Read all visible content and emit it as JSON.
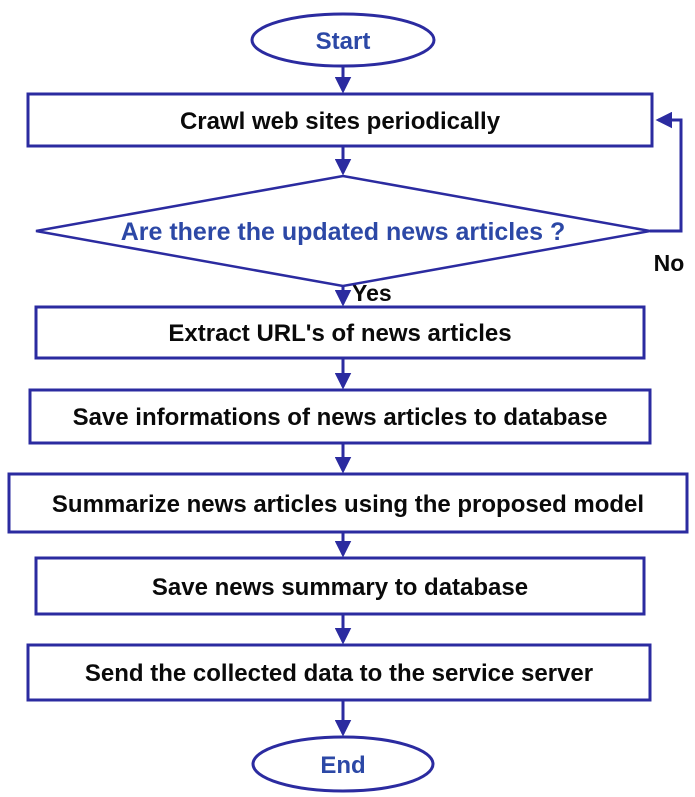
{
  "flowchart": {
    "description": "News crawling and summarization service flowchart",
    "nodes": {
      "start": {
        "type": "terminator",
        "label": "Start"
      },
      "crawl": {
        "type": "process",
        "label": "Crawl web sites periodically"
      },
      "decision": {
        "type": "decision",
        "label": "Are there the updated news articles ?"
      },
      "extract": {
        "type": "process",
        "label": "Extract URL's of news articles"
      },
      "save_info": {
        "type": "process",
        "label": "Save informations of news articles to database"
      },
      "summarize": {
        "type": "process",
        "label": "Summarize news articles using the proposed model"
      },
      "save_summary": {
        "type": "process",
        "label": "Save news summary to database"
      },
      "send": {
        "type": "process",
        "label": "Send the collected data to the service server"
      },
      "end": {
        "type": "terminator",
        "label": "End"
      }
    },
    "edges": {
      "yes_label": "Yes",
      "no_label": "No"
    },
    "colors": {
      "outline": "#2B2BA0",
      "blue_text": "#2C48A6",
      "black_text": "#0A0A0A",
      "background": "#FFFFFF"
    }
  }
}
